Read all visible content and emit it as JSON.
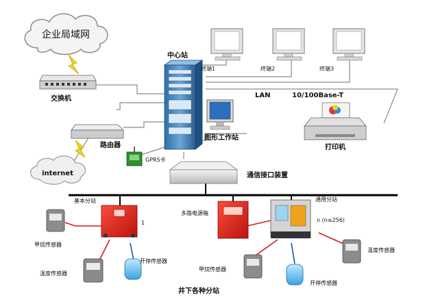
{
  "cloud": {
    "label": "企业局域网"
  },
  "center_station": {
    "label": "中心站"
  },
  "switch": {
    "label": "交换机"
  },
  "router": {
    "label": "路由器"
  },
  "internet": {
    "label": "internet"
  },
  "gprs": {
    "label": "GPRS卡"
  },
  "terminals": [
    {
      "label": "终端1"
    },
    {
      "label": "终端2"
    },
    {
      "label": "终端3"
    }
  ],
  "network": {
    "lan": "LAN",
    "speed": "10/100Base-T"
  },
  "graphics_station": {
    "label": "图形工作站"
  },
  "printer": {
    "label": "打印机"
  },
  "comm_interface": {
    "label": "通信接口装置"
  },
  "substations": {
    "basic": {
      "label": "基本分站",
      "marker": "1"
    },
    "power": {
      "label": "多路电源箱"
    },
    "general": {
      "label": "通用分站",
      "count": "n (n≤256)"
    }
  },
  "sensors": {
    "methane_left": "甲烷传感器",
    "temp_left": "温度传感器",
    "switch_left": "开停传感器",
    "methane_right": "甲烷传感器",
    "switch_right": "开停传感器",
    "temp_right": "温度传感器"
  },
  "caption": "井下各种分站",
  "colors": {
    "line": "#8a8a8a",
    "bus": "#000000",
    "cable_red": "#d61a1a",
    "cable_blue": "#1b4fb8",
    "red_box": "#e8271f",
    "lightning": "#f2d21b"
  }
}
